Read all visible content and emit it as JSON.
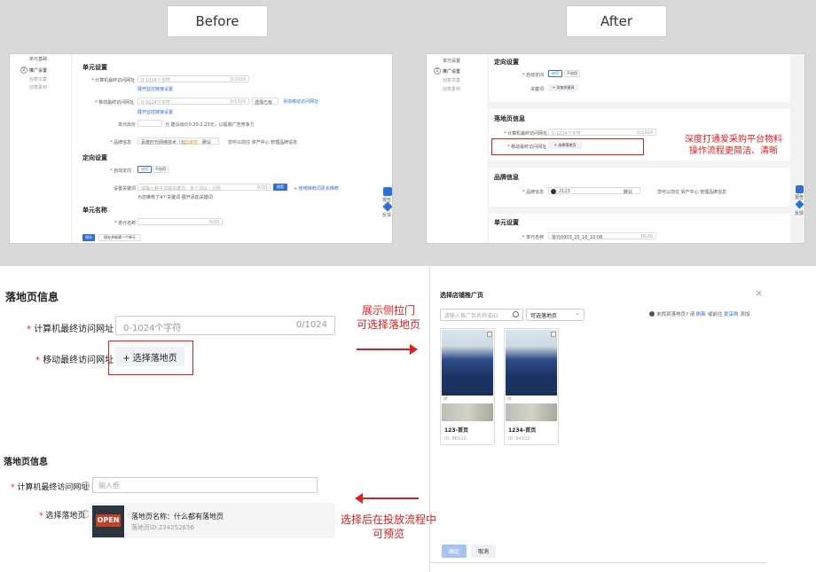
{
  "labels": {
    "before": "Before",
    "after": "After"
  },
  "before_shot": {
    "sidebar": [
      "单元基础",
      "推广设置",
      "创意文案",
      "创意素材"
    ],
    "sidebar_step": "2",
    "unit_settings": "单元设置",
    "pc_url_label": "计算机最终访问网址",
    "pc_url_placeholder": "0-1024个字符",
    "pc_url_count": "0/1024",
    "link_op1": "展开监控链接设置",
    "mobile_url_label": "移动最终访问网址",
    "mobile_url_placeholder": "0-1024个字符",
    "mobile_url_count": "0/1024",
    "select_assets": "选择已有",
    "link_sync": "添加移动访问网址",
    "link_op2": "展开监控链接设置",
    "unit_bid_label": "单元出价",
    "unit_bid_hint": "元  建议出价0.20-2.23元，以提高广告竞争力",
    "brand_label": "品牌信息",
    "brand_value": "百度时代网络技术（北...",
    "brand_tag": "已审核",
    "brand_sel": "默认",
    "brand_hint": "您可以前往 资产中心 管理品牌信息",
    "targeting": "定向设置",
    "auto_targeting": "自动定向",
    "enable": "启用",
    "disable": "不启用",
    "kw_label": "设置关键词",
    "kw_placeholder": "请输入种子词或关键词，多个词以 ; 分隔",
    "kw_count": "0/10",
    "kw_btn": "搜索",
    "kw_more": "+ 使用推荐词更多推荐",
    "kw_hint": "为您推荐了4个关键词  展开添加关键词",
    "unit_name": "单元名称",
    "unit_name_label": "单元名称",
    "unit_name_count": "0/20",
    "save": "保存",
    "save_new": "保存并新建一个单元",
    "side_icons": [
      "报告",
      "反馈"
    ]
  },
  "after_shot": {
    "sidebar": [
      "单元设置",
      "推广设置",
      "创意文案",
      "创意素材"
    ],
    "sidebar_step": "2",
    "targeting": "定向设置",
    "auto_targeting": "自动定向",
    "enable": "启用",
    "disable": "不启用",
    "keywords": "关键词",
    "add_kw": "+ 添加关键词",
    "landing": "落地页信息",
    "pc_url_label": "计算机最终访问网址",
    "pc_url_placeholder": "0-1024个字符",
    "pc_url_count": "0/1024",
    "mobile_label": "移动最终访问网址",
    "select_page": "+ 选择落地页",
    "brand": "品牌信息",
    "brand_label": "品牌信息",
    "brand_value": "2123",
    "brand_sel": "默认",
    "brand_hint": "您可以前往 资产中心 管理品牌信息",
    "unit_settings": "单元设置",
    "unit_name_label": "单元名称",
    "unit_name_value": "单元0903_20_16_10:08",
    "unit_name_count": "18/20",
    "annotation": [
      "深度打通爱采购平台物料",
      "操作流程更简洁、清晰"
    ],
    "side_icons": [
      "报告",
      "反馈"
    ]
  },
  "zoom1": {
    "title": "落地页信息",
    "pc_label": "计算机最终访问网址",
    "pc_placeholder": "0-1024个字符",
    "pc_count": "0/1024",
    "mobile_label": "移动最终访问网址",
    "select_btn": "+ 选择落地页"
  },
  "annotations": {
    "drawer": [
      "展示侧拉门",
      "可选择落地页"
    ],
    "preview": [
      "选择后在投放流程中",
      "可预览"
    ]
  },
  "zoom2": {
    "title": "落地页信息",
    "pc_label": "计算机最终访问网址",
    "pc_placeholder": "输入框",
    "select_label": "选择落地页",
    "page_name": "落地页名称：什么都有落地页",
    "page_id": "落地页ID:234252656",
    "thumb_text": "OPEN"
  },
  "drawer": {
    "title": "选择店铺推广页",
    "close": "×",
    "search_placeholder": "请输入推广页名称或ID",
    "filter": "可选落地页",
    "hint_prefix": "未找到落地页? 请",
    "refresh": "刷新",
    "hint_mid": "或前往",
    "aicaigou": "爱采购",
    "hint_suffix": "添加",
    "cards": [
      {
        "tag": "ttt",
        "name": "123-首页",
        "id": "ID: 86101"
      },
      {
        "tag": "ttt",
        "name": "1234-首页",
        "id": "ID: 94101"
      }
    ],
    "confirm": "确定",
    "cancel": "取消"
  }
}
